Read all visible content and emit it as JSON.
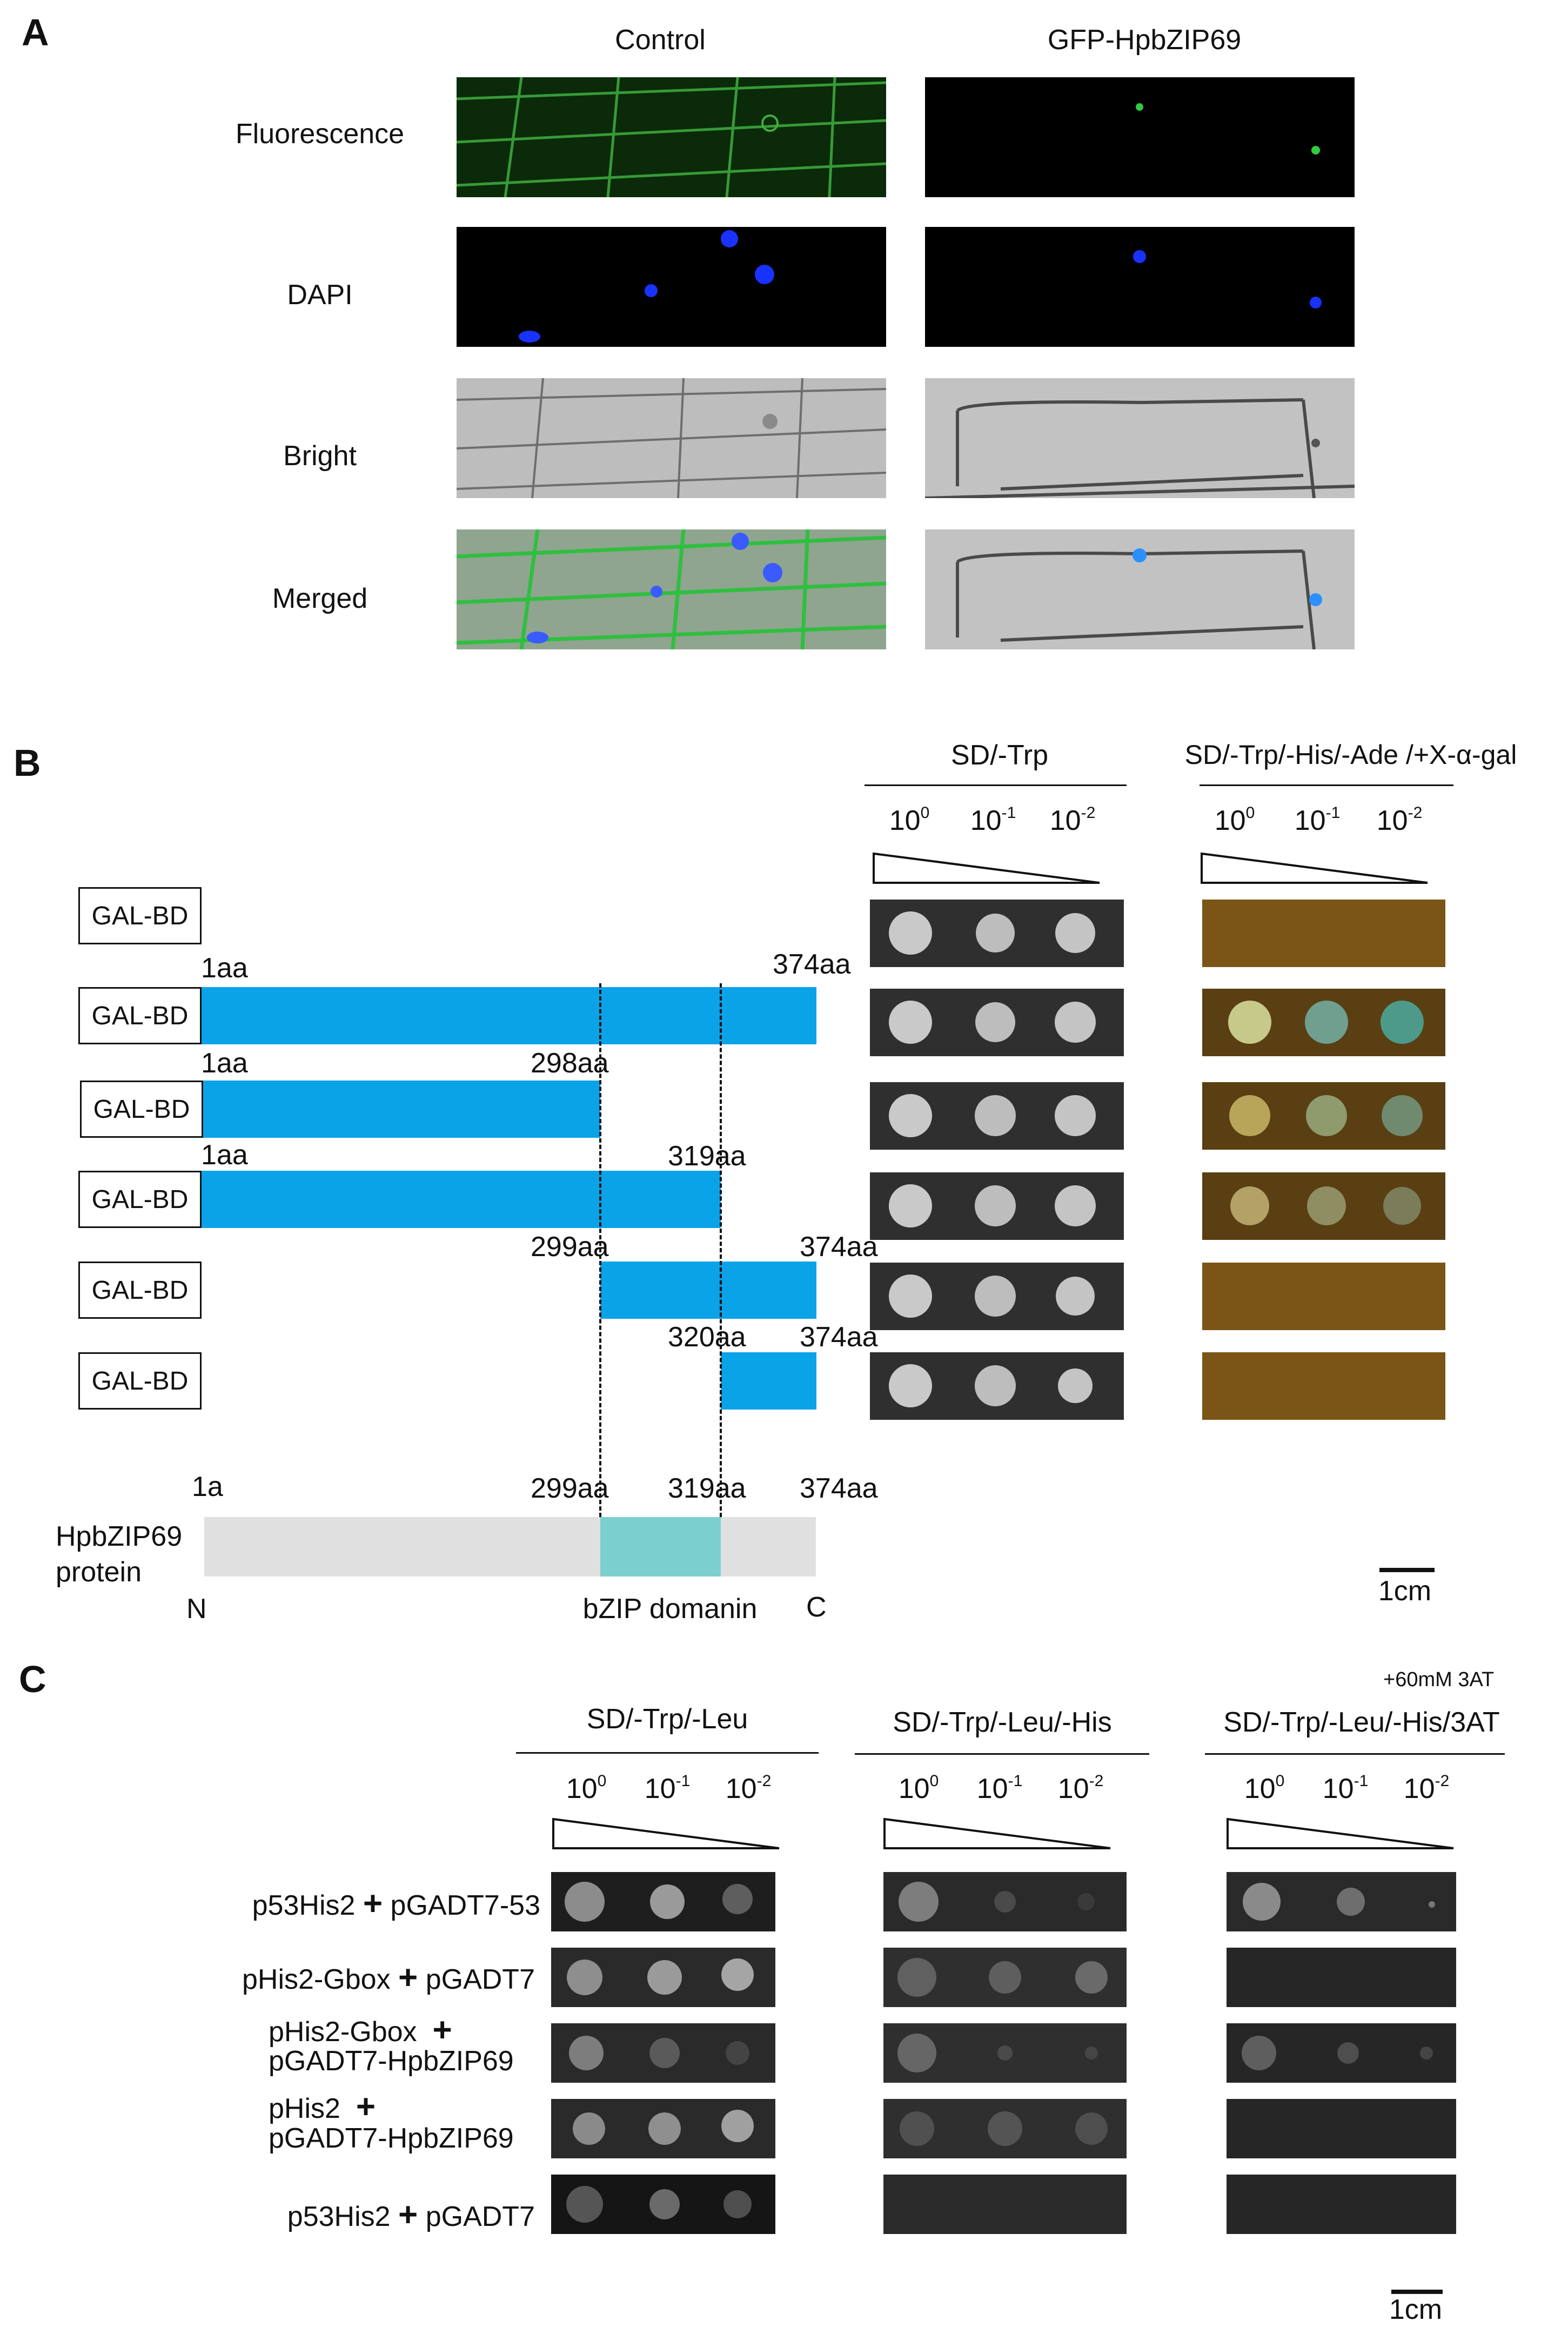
{
  "panelA": {
    "letter": "A",
    "col_headers": [
      "Control",
      "GFP-HpbZIP69"
    ],
    "row_labels": [
      "Fluorescence",
      "DAPI",
      "Bright",
      "Merged"
    ]
  },
  "panelB": {
    "letter": "B",
    "media": [
      "SD/-Trp",
      "SD/-Trp/-His/-Ade /+X-α-gal"
    ],
    "dilution_base": "10",
    "dilution_exps": [
      "0",
      "-1",
      "-2"
    ],
    "bd_label": "GAL-BD",
    "constructs": [
      {
        "start": "",
        "end": ""
      },
      {
        "start": "1aa",
        "end": "374aa"
      },
      {
        "start": "1aa",
        "end": "298aa"
      },
      {
        "start": "1aa",
        "end": "319aa"
      },
      {
        "start": "299aa",
        "end": "374aa"
      },
      {
        "start": "320aa",
        "end": "374aa"
      }
    ],
    "protein": {
      "name_line1": "HpbZIP69",
      "name_line2": "protein",
      "n_term": "N",
      "c_term": "C",
      "pos_start": "1a",
      "pos_domain_start": "299aa",
      "pos_domain_end": "319aa",
      "pos_end": "374aa",
      "domain_label": "bZIP domanin"
    },
    "scale": "1cm",
    "colors": {
      "construct": "#0aa3e8",
      "domain": "#7ccfcf",
      "protein": "#e0e0e0",
      "selective_plate": "#7a5515"
    }
  },
  "panelC": {
    "letter": "C",
    "media": [
      "SD/-Trp/-Leu",
      "SD/-Trp/-Leu/-His",
      "SD/-Trp/-Leu/-His/3AT"
    ],
    "extra_note": "+60mM 3AT",
    "dilution_base": "10",
    "dilution_exps": [
      "0",
      "-1",
      "-2"
    ],
    "plus_symbol": "+",
    "rows": [
      {
        "left": "p53His2",
        "right": "pGADT7-53"
      },
      {
        "left": "pHis2-Gbox",
        "right": "pGADT7"
      },
      {
        "left": "pHis2-Gbox",
        "right": "pGADT7-HpbZIP69"
      },
      {
        "left": "pHis2",
        "right": "pGADT7-HpbZIP69"
      },
      {
        "left": "p53His2",
        "right": "pGADT7"
      }
    ],
    "scale": "1cm"
  }
}
